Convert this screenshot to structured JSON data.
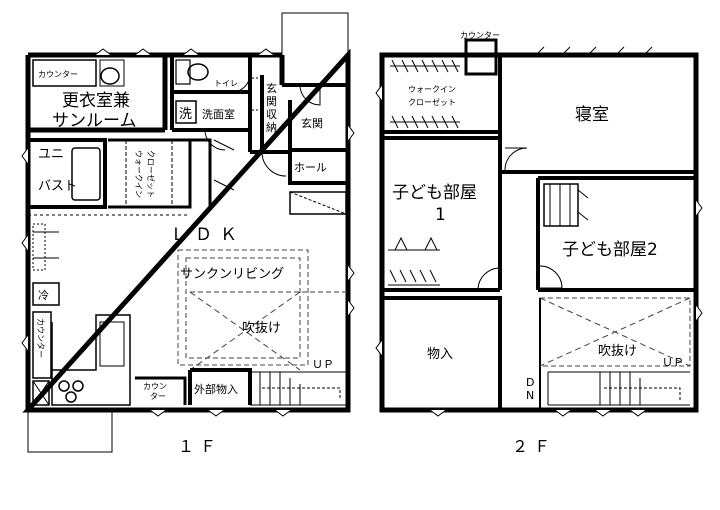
{
  "floor1": {
    "floor_label": "１Ｆ",
    "rooms": {
      "counter_top": "カウンター",
      "dressing_line1": "更衣室兼",
      "dressing_line2": "サンルーム",
      "toilet": "トイレ",
      "sink_mark": "洗",
      "washroom": "洗面室",
      "entry_storage_line1": "玄",
      "entry_storage_line2": "関",
      "entry_storage_line3": "収",
      "entry_storage_line4": "納",
      "entrance": "玄関",
      "hall": "ホール",
      "bath_line1": "ユニ",
      "bath_line2": "バスト",
      "wic_line1": "ウォークイン",
      "wic_line2": "クローゼット",
      "ldk": "ＬＤＫ",
      "sunken": "サンクンリビング",
      "fridge": "冷",
      "counter_side": "カウンター",
      "void": "吹抜け",
      "counter_bottom_line1": "カウン",
      "counter_bottom_line2": "ター",
      "outdoor_storage": "外部物入",
      "up": "ＵＰ"
    }
  },
  "floor2": {
    "floor_label": "２Ｆ",
    "rooms": {
      "counter": "カウンター",
      "wic_line1": "ウォークイン",
      "wic_line2": "クローゼット",
      "bedroom": "寝室",
      "child1_line1": "子ども部屋",
      "child1_line2": "1",
      "child2": "子ども部屋2",
      "storage": "物入",
      "void": "吹抜け",
      "up": "ＵＰ",
      "down_line1": "D",
      "down_line2": "N"
    }
  },
  "colors": {
    "wall": "#000000",
    "background": "#ffffff",
    "dashed": "#444444"
  }
}
